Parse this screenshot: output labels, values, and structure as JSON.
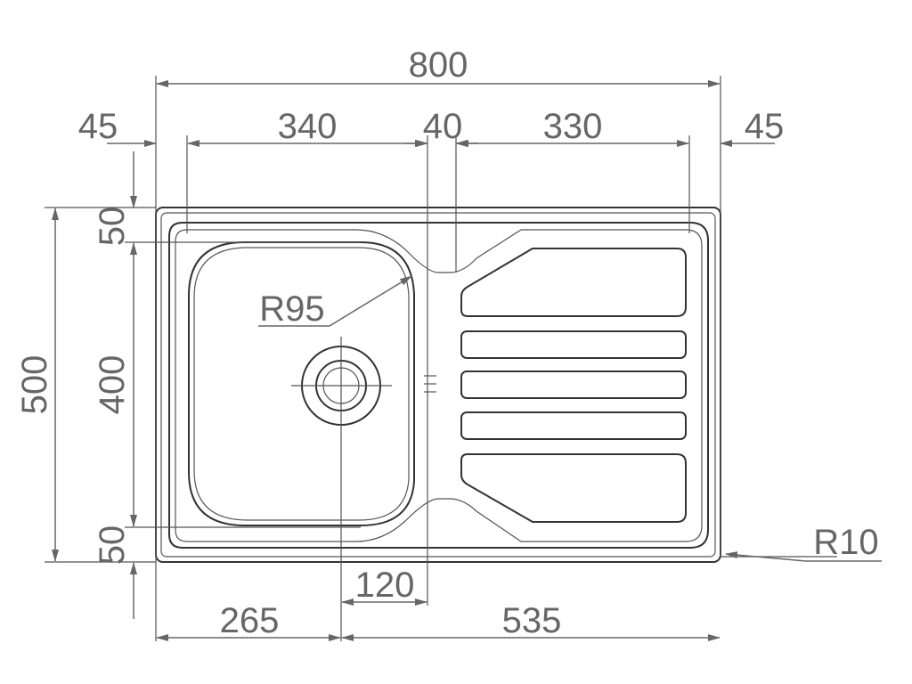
{
  "dimensions": {
    "overall_width": "800",
    "left_margin": "45",
    "bowl_width": "340",
    "divider_width": "40",
    "drainer_width": "330",
    "right_margin": "45",
    "overall_height": "500",
    "top_margin": "50",
    "bowl_height": "400",
    "bottom_margin": "50",
    "bowl_radius": "R95",
    "corner_radius": "R10",
    "drain_to_divider": "120",
    "left_to_drain": "265",
    "drain_to_right": "535"
  },
  "colors": {
    "outline": "#333333",
    "dimension": "#666666"
  }
}
